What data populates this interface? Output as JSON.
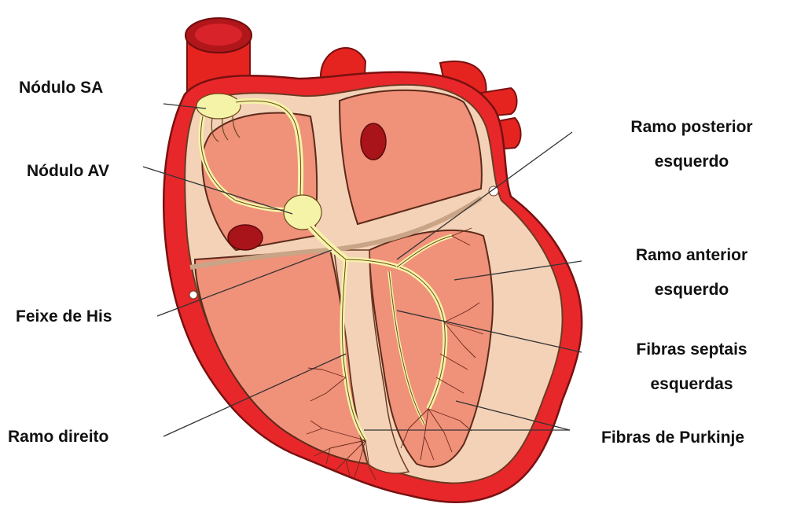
{
  "labels": {
    "sa_node": "Nódulo SA",
    "av_node": "Nódulo AV",
    "his_bundle": "Feixe de His",
    "right_branch": "Ramo direito",
    "left_posterior": [
      "Ramo posterior",
      "esquerdo"
    ],
    "left_anterior": [
      "Ramo anterior",
      "esquerdo"
    ],
    "septal_fibers": [
      "Fibras septais",
      "esquerdas"
    ],
    "purkinje": "Fibras de Purkinje"
  },
  "colors": {
    "outer_wall": "#e8272b",
    "vessel": "#e52420",
    "chamber": "#f0917a",
    "cut_surface": "#f3d2b8",
    "conduction": "#f5f3a8",
    "conduction_outline": "#6b4a1a",
    "valve_hole": "#a8141a",
    "leader_line": "#333333"
  }
}
